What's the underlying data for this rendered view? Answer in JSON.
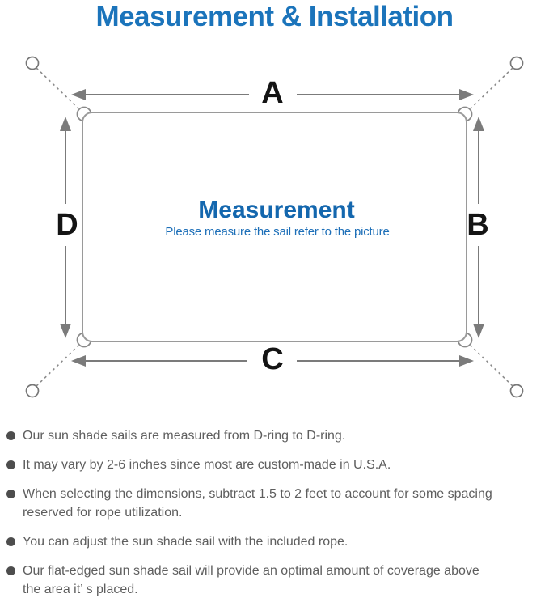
{
  "title": "Measurement & Installation",
  "colors": {
    "title_blue": "#1b74bb",
    "heading_blue": "#1467ae",
    "subtitle_blue": "#1d6fb8",
    "label_black": "#141414",
    "line_gray": "#7b7b7b",
    "outline_gray": "#9a9a9a",
    "note_text_gray": "#5e5e5e"
  },
  "diagram": {
    "heading": "Measurement",
    "subheading": "Please measure the sail refer to the picture",
    "labels": {
      "a": "A",
      "b": "B",
      "c": "C",
      "d": "D"
    },
    "icons": [
      "anchor-ring-icon",
      "corner-d-ring-icon",
      "rope-dashed-line",
      "dimension-arrow"
    ]
  },
  "notes": [
    {
      "lines": [
        "Our sun shade sails are measured from D-ring to D-ring."
      ]
    },
    {
      "lines": [
        "It may vary by 2-6 inches since most are custom-made in U.S.A."
      ]
    },
    {
      "lines": [
        "When selecting the dimensions, subtract 1.5 to 2 feet to account for some spacing",
        "reserved for rope utilization."
      ]
    },
    {
      "lines": [
        "You can adjust the sun shade sail with the included rope."
      ]
    },
    {
      "lines": [
        "Our flat-edged sun shade sail will provide an optimal amount of coverage above",
        "the area it’ s placed."
      ]
    }
  ]
}
